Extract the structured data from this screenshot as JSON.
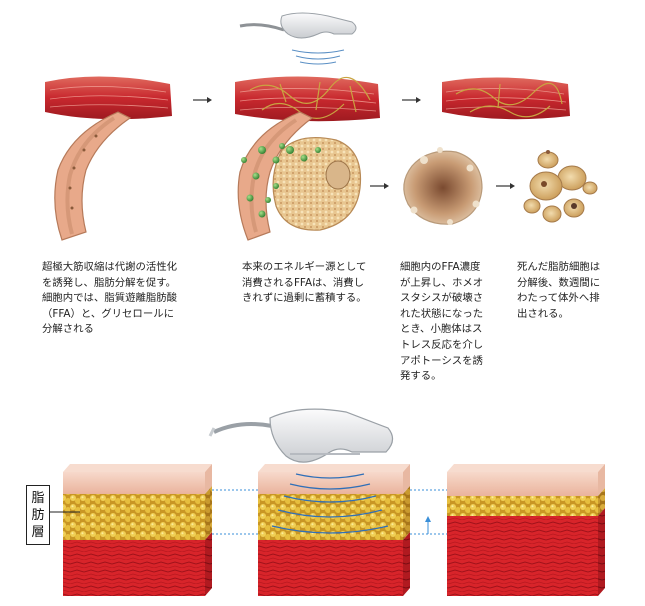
{
  "captions": [
    "超極大筋収縮は代謝の活性化\nを誘発し、脂肪分解を促す。\n細胞内では、脂質遊離脂肪酸\n（FFA）と、グリセロールに\n分解される",
    "本来のエネルギー源として\n消費されるFFAは、消費し\nきれずに過剰に蓄積する。",
    "細胞内のFFA濃度\nが上昇し、ホメオ\nスタシスが破壊さ\nれた状態になった\nとき、小胞体はス\nトレス反応を介し\nアポトーシスを誘\n発する。",
    "死んだ脂肪細胞は\n分解後、数週間に\nわたって体外へ排\n出される。"
  ],
  "layer_label": [
    "脂",
    "肪",
    "層"
  ],
  "arrow_glyph": "→",
  "colors": {
    "muscle": "#c8282e",
    "fat": "#e8c24a",
    "skin": "#f2c6b4",
    "device": "#e6e8ea",
    "nerve": "#c9a441",
    "droplet": "#3e9b3e"
  }
}
